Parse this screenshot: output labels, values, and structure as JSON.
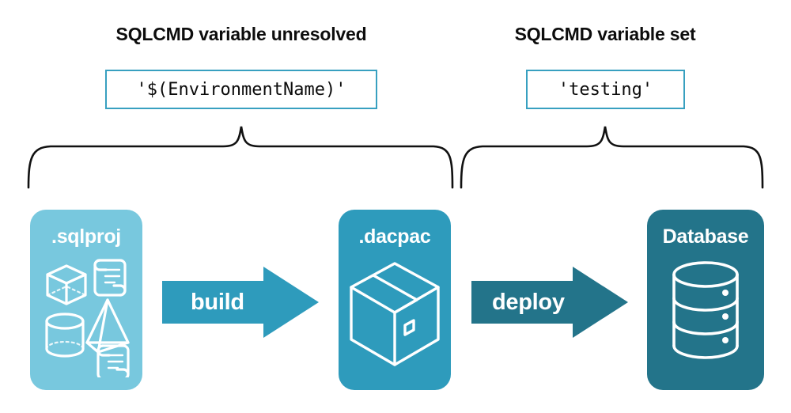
{
  "diagram": {
    "title_left": "SQLCMD variable unresolved",
    "title_right": "SQLCMD variable set",
    "code_left": "'$(EnvironmentName)'",
    "code_right": "'testing'",
    "cards": [
      {
        "id": "sqlproj",
        "label": ".sqlproj",
        "fill": "#78c8de",
        "art": "shapes-and-scripts-icon"
      },
      {
        "id": "dacpac",
        "label": ".dacpac",
        "fill": "#2e9bbc",
        "art": "package-box-icon"
      },
      {
        "id": "database",
        "label": "Database",
        "fill": "#23748a",
        "art": "database-cylinder-icon"
      }
    ],
    "arrows": [
      {
        "id": "build",
        "label": "build",
        "fill": "#2e9bbc"
      },
      {
        "id": "deploy",
        "label": "deploy",
        "fill": "#23748a"
      }
    ],
    "colors": {
      "background": "#ffffff",
      "code_border": "#38a0c0",
      "text": "#0d0d0d",
      "brace": "#111111",
      "light_teal": "#78c8de",
      "mid_teal": "#2e9bbc",
      "dark_teal": "#23748a"
    },
    "braces": [
      {
        "id": "brace-left",
        "spans": "sqlproj-to-dacpac"
      },
      {
        "id": "brace-right",
        "spans": "dacpac-to-database"
      }
    ]
  }
}
